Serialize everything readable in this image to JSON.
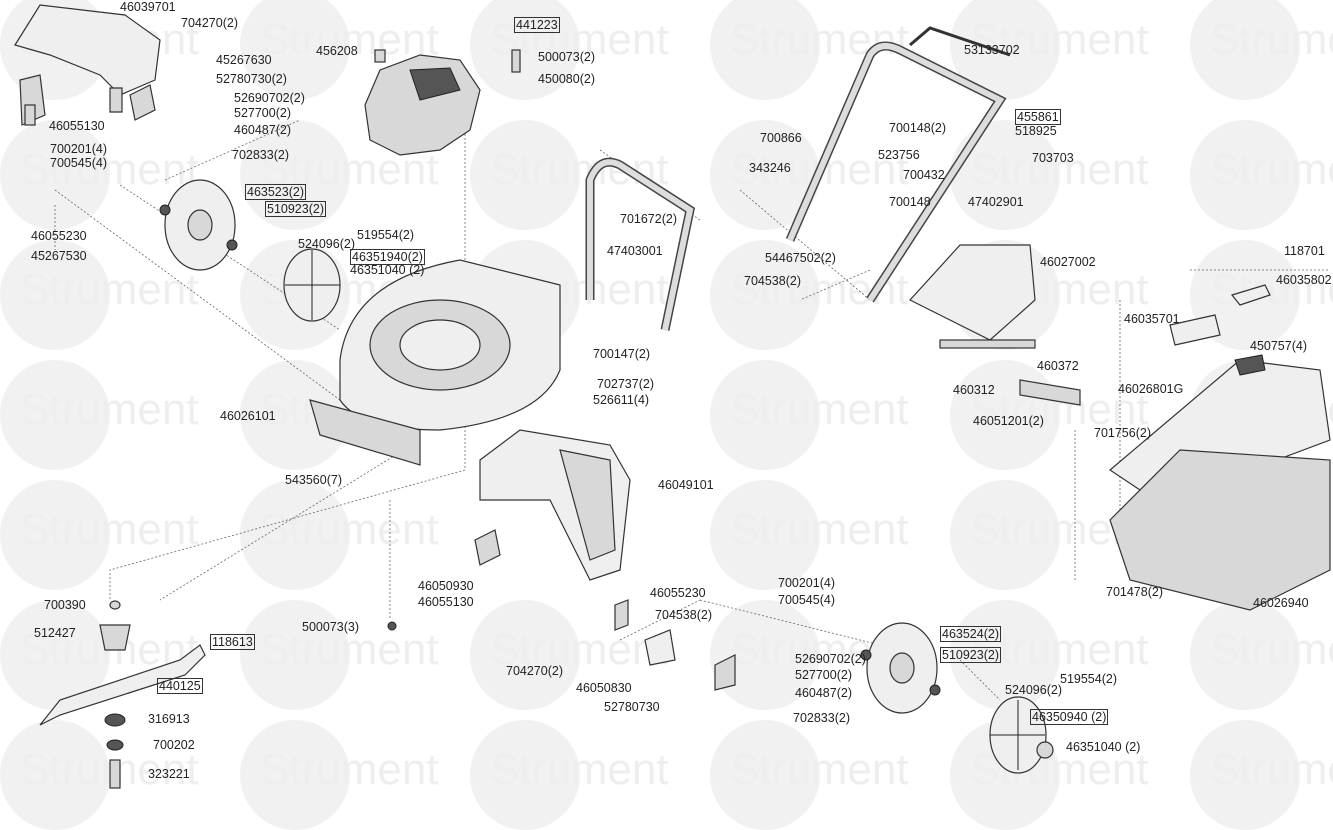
{
  "watermark": "Strument",
  "labels": [
    {
      "text": "46039701",
      "boxed": false
    },
    {
      "text": "704270(2)",
      "boxed": false
    },
    {
      "text": "45267630",
      "boxed": false
    },
    {
      "text": "52780730(2)",
      "boxed": false
    },
    {
      "text": "52690702(2)",
      "boxed": false
    },
    {
      "text": "527700(2)",
      "boxed": false
    },
    {
      "text": "460487(2)",
      "boxed": false
    },
    {
      "text": "46055130",
      "boxed": false
    },
    {
      "text": "700201(4)",
      "boxed": false
    },
    {
      "text": "700545(4)",
      "boxed": false
    },
    {
      "text": "702833(2)",
      "boxed": false
    },
    {
      "text": "463523(2)",
      "boxed": true
    },
    {
      "text": "510923(2)",
      "boxed": true
    },
    {
      "text": "46055230",
      "boxed": false
    },
    {
      "text": "45267530",
      "boxed": false
    },
    {
      "text": "519554(2)",
      "boxed": false
    },
    {
      "text": "524096(2)",
      "boxed": false
    },
    {
      "text": "46351940(2)",
      "boxed": true
    },
    {
      "text": "46351040 (2)",
      "boxed": false
    },
    {
      "text": "456208",
      "boxed": false
    },
    {
      "text": "441223",
      "boxed": true
    },
    {
      "text": "500073(2)",
      "boxed": false
    },
    {
      "text": "450080(2)",
      "boxed": false
    },
    {
      "text": "53133702",
      "boxed": false
    },
    {
      "text": "455861",
      "boxed": true
    },
    {
      "text": "700148(2)",
      "boxed": false
    },
    {
      "text": "518925",
      "boxed": false
    },
    {
      "text": "700866",
      "boxed": false
    },
    {
      "text": "523756",
      "boxed": false
    },
    {
      "text": "703703",
      "boxed": false
    },
    {
      "text": "343246",
      "boxed": false
    },
    {
      "text": "700432",
      "boxed": false
    },
    {
      "text": "700148",
      "boxed": false
    },
    {
      "text": "47402901",
      "boxed": false
    },
    {
      "text": "701672(2)",
      "boxed": false
    },
    {
      "text": "47403001",
      "boxed": false
    },
    {
      "text": "54467502(2)",
      "boxed": false
    },
    {
      "text": "704538(2)",
      "boxed": false
    },
    {
      "text": "46027002",
      "boxed": false
    },
    {
      "text": "118701",
      "boxed": false
    },
    {
      "text": "46035802",
      "boxed": false
    },
    {
      "text": "46035701",
      "boxed": false
    },
    {
      "text": "450757(4)",
      "boxed": false
    },
    {
      "text": "46026801G",
      "boxed": false
    },
    {
      "text": "460372",
      "boxed": false
    },
    {
      "text": "460312",
      "boxed": false
    },
    {
      "text": "46051201(2)",
      "boxed": false
    },
    {
      "text": "701756(2)",
      "boxed": false
    },
    {
      "text": "700147(2)",
      "boxed": false
    },
    {
      "text": "702737(2)",
      "boxed": false
    },
    {
      "text": "526611(4)",
      "boxed": false
    },
    {
      "text": "46026101",
      "boxed": false
    },
    {
      "text": "543560(7)",
      "boxed": false
    },
    {
      "text": "46049101",
      "boxed": false
    },
    {
      "text": "46050930",
      "boxed": false
    },
    {
      "text": "46055130",
      "boxed": false
    },
    {
      "text": "46055230",
      "boxed": false
    },
    {
      "text": "700201(4)",
      "boxed": false
    },
    {
      "text": "704538(2)",
      "boxed": false
    },
    {
      "text": "700545(4)",
      "boxed": false
    },
    {
      "text": "500073(3)",
      "boxed": false
    },
    {
      "text": "700390",
      "boxed": false
    },
    {
      "text": "512427",
      "boxed": false
    },
    {
      "text": "118613",
      "boxed": true
    },
    {
      "text": "440125",
      "boxed": true
    },
    {
      "text": "316913",
      "boxed": false
    },
    {
      "text": "700202",
      "boxed": false
    },
    {
      "text": "323221",
      "boxed": false
    },
    {
      "text": "704270(2)",
      "boxed": false
    },
    {
      "text": "46050830",
      "boxed": false
    },
    {
      "text": "52780730",
      "boxed": false
    },
    {
      "text": "52690702(2)",
      "boxed": false
    },
    {
      "text": "527700(2)",
      "boxed": false
    },
    {
      "text": "460487(2)",
      "boxed": false
    },
    {
      "text": "702833(2)",
      "boxed": false
    },
    {
      "text": "463524(2)",
      "boxed": true
    },
    {
      "text": "510923(2)",
      "boxed": true
    },
    {
      "text": "519554(2)",
      "boxed": false
    },
    {
      "text": "524096(2)",
      "boxed": false
    },
    {
      "text": "46350940 (2)",
      "boxed": true
    },
    {
      "text": "46351040 (2)",
      "boxed": false
    },
    {
      "text": "701478(2)",
      "boxed": false
    },
    {
      "text": "46026940",
      "boxed": false
    }
  ]
}
